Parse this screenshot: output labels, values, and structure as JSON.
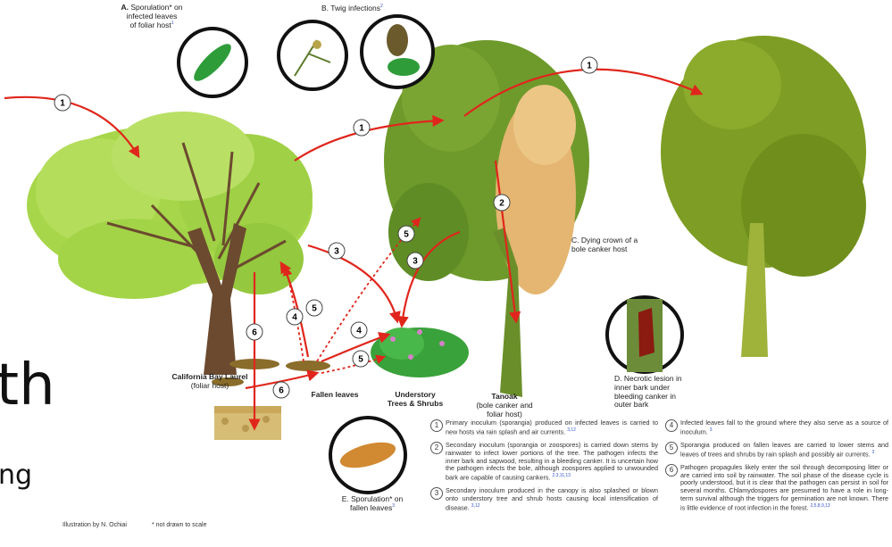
{
  "labels": {
    "A": [
      "A.",
      "Sporulation* on",
      "infected leaves",
      "of foliar host"
    ],
    "A_ref": "1",
    "B": "B. Twig infections",
    "B_ref": "2",
    "C": [
      "C. Dying crown of a",
      "bole canker host"
    ],
    "D": [
      "D. Necrotic lesion in",
      "inner bark under",
      "bleeding canker in",
      "outer bark"
    ],
    "E": [
      "E. Sporulation* on",
      "fallen leaves"
    ],
    "E_ref": "3",
    "bay_name": "California Bay Laurel",
    "bay_sub": "(foliar host)",
    "fallen": "Fallen leaves",
    "understory": [
      "Understory",
      "Trees & Shrubs"
    ],
    "tanoak_name": "Tanoak",
    "tanoak_sub": [
      "(bole canker and",
      "foliar host)"
    ]
  },
  "numbers": [
    "1",
    "2",
    "3",
    "4",
    "5",
    "6"
  ],
  "big_text": [
    "th",
    "ng"
  ],
  "legend": [
    {
      "n": "1",
      "text": "Primary inoculum (sporangia) produced on infected leaves is carried to new hosts via rain splash and air currents.",
      "ref": "3,12"
    },
    {
      "n": "2",
      "text": "Secondary inoculum (sporangia or zoospores) is carried down stems by rainwater to infect lower portions of the tree. The pathogen infects the inner bark and sapwood, resulting in a bleeding canker. It is uncertain how the pathogen infects the bole, although zoospores applied to unwounded bark are capable of causing cankers.",
      "ref": "2,3,11,13"
    },
    {
      "n": "3",
      "text": "Secondary inoculum produced in the canopy is also splashed or blown onto understory tree and shrub hosts causing local intensification of disease.",
      "ref": "3,12"
    },
    {
      "n": "4",
      "text": "Infected leaves fall to the ground where they also serve as a source of inoculum.",
      "ref": "3"
    },
    {
      "n": "5",
      "text": "Sporangia produced on fallen leaves are carried to lower stems and leaves of trees and shrubs by rain splash and possibly air currents.",
      "ref": "3"
    },
    {
      "n": "6",
      "text": "Pathogen propagules likely enter the soil through decomposing litter or are carried into soil by rainwater. The soil phase of the disease cycle is poorly understood, but it is clear that the pathogen can persist in soil for several months. Chlamydospores are presumed to have a role in long-term survival although the triggers for germination are not known. There is little evidence of root infection in the forest.",
      "ref": "2,5,8,9,13"
    }
  ],
  "credit": "Illustration by N. Ochiai",
  "note": "* not drawn to scale",
  "colors": {
    "bay_leaf": "#a7d64a",
    "bay_leaf_dark": "#7fb82e",
    "trunk": "#6b4a2f",
    "tanoak_leaf": "#6e9a2c",
    "tanoak_dying": "#e4b671",
    "arrow": "#e0261c",
    "understory": "#3aa23a",
    "bark_canker": "#8b1a10"
  }
}
